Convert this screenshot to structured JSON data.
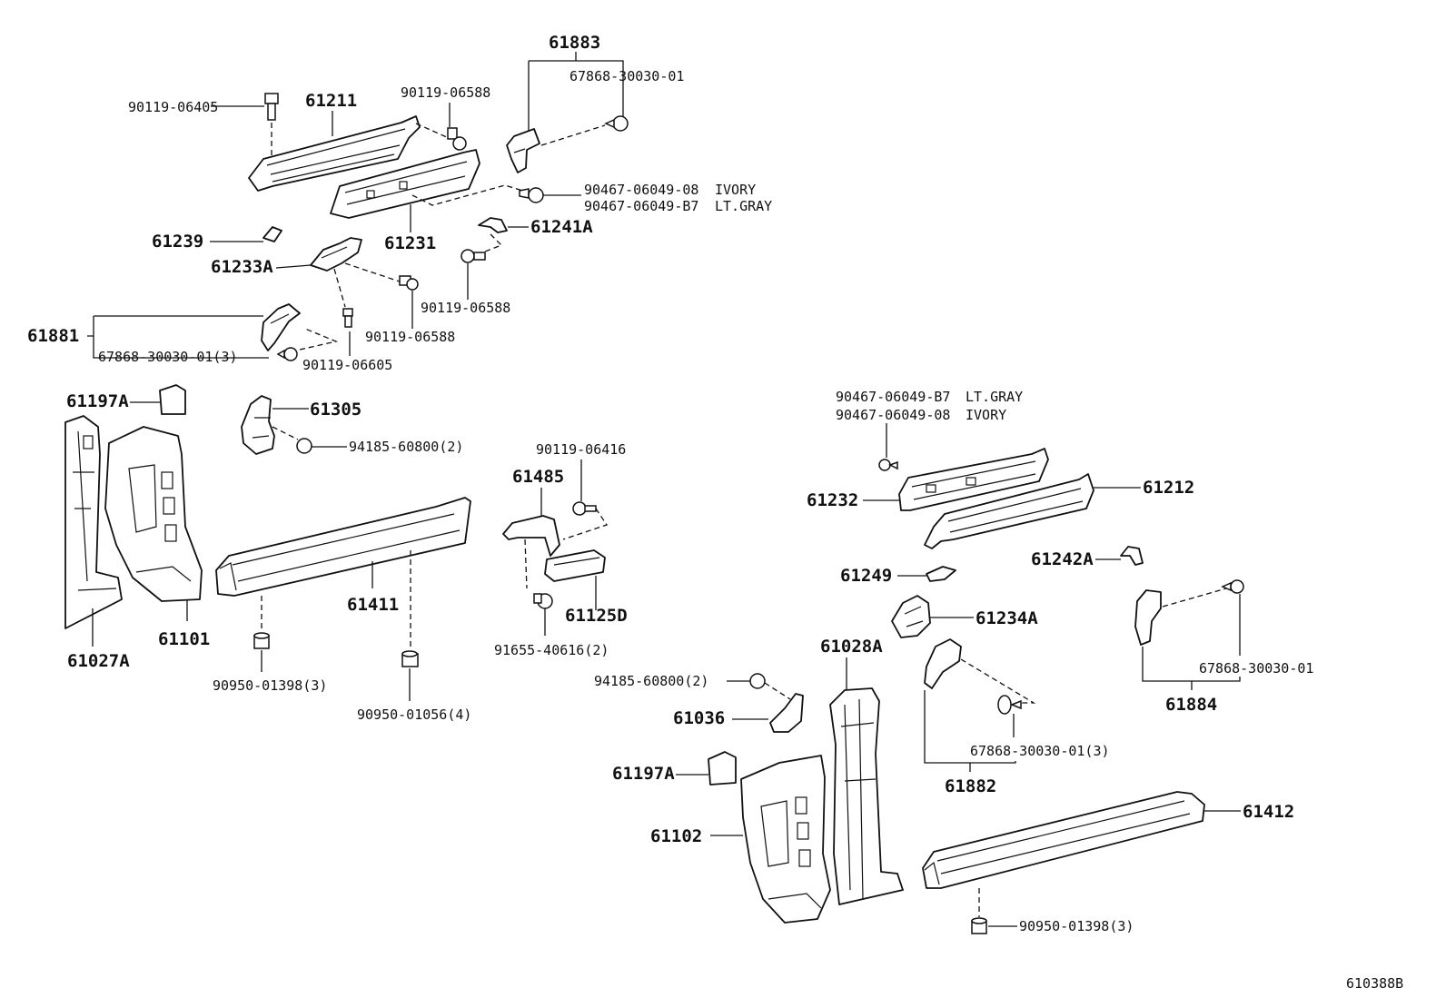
{
  "diagram_code": "610388B",
  "labels": {
    "p61883": "61883",
    "p67868_a": "67868-30030-01",
    "p90119_06405": "90119-06405",
    "p61211": "61211",
    "p90119_06588_a": "90119-06588",
    "p90467_08_a": "90467-06049-08",
    "ivory_a": "IVORY",
    "p90467_b7_a": "90467-06049-B7",
    "ltgray_a": "LT.GRAY",
    "p61239": "61239",
    "p61231": "61231",
    "p61241A": "61241A",
    "p61233A": "61233A",
    "p90119_06588_b": "90119-06588",
    "p90119_06588_c": "90119-06588",
    "p61881": "61881",
    "p67868_b": "67868-30030-01(3)",
    "p90119_06605": "90119-06605",
    "p61197A_a": "61197A",
    "p61305": "61305",
    "p94185_a": "94185-60800(2)",
    "p90119_06416": "90119-06416",
    "p61485": "61485",
    "p61101": "61101",
    "p61411": "61411",
    "p61125D": "61125D",
    "p61027A": "61027A",
    "p91655": "91655-40616(2)",
    "p90950_01398_a": "90950-01398(3)",
    "p90950_01056": "90950-01056(4)",
    "p90467_b7_b": "90467-06049-B7",
    "ltgray_b": "LT.GRAY",
    "p90467_08_b": "90467-06049-08",
    "ivory_b": "IVORY",
    "p61232": "61232",
    "p61212": "61212",
    "p61242A": "61242A",
    "p61249": "61249",
    "p61234A": "61234A",
    "p67868_c": "67868-30030-01",
    "p61884": "61884",
    "p61028A": "61028A",
    "p94185_b": "94185-60800(2)",
    "p61036": "61036",
    "p67868_d": "67868-30030-01(3)",
    "p61882": "61882",
    "p61197A_b": "61197A",
    "p61102": "61102",
    "p61412": "61412",
    "p90950_01398_b": "90950-01398(3)"
  }
}
